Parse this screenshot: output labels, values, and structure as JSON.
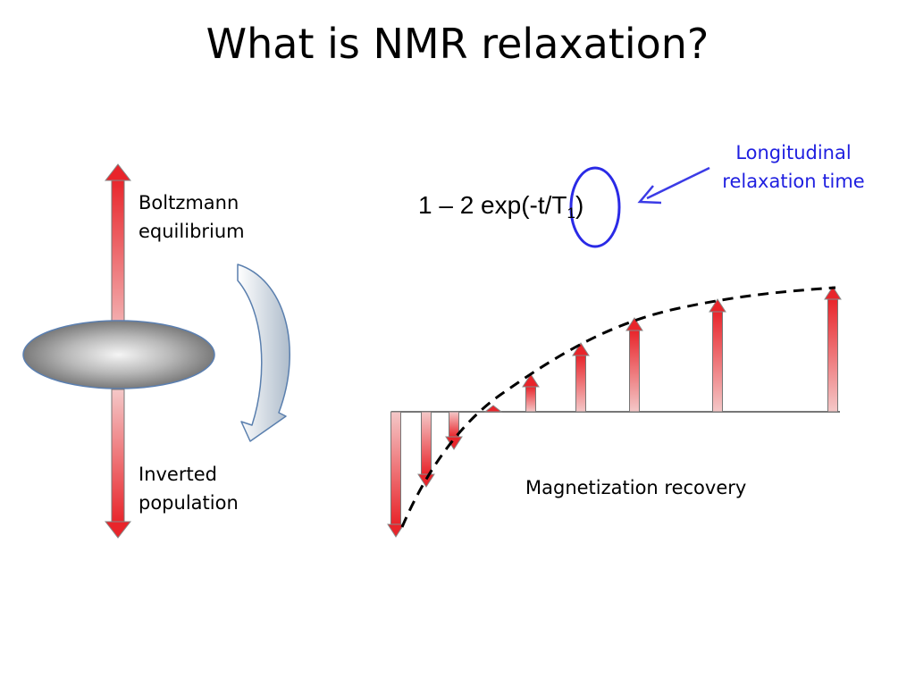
{
  "title": "What is NMR relaxation?",
  "left_diagram": {
    "top_label": [
      "Boltzmann",
      "equilibrium"
    ],
    "bottom_label": [
      "Inverted",
      "population"
    ]
  },
  "equation": {
    "prefix": "1 – 2 exp(-t/T",
    "subscript": "1",
    "suffix": ")"
  },
  "annotation": {
    "lines": [
      "Longitudinal",
      "relaxation time"
    ],
    "color": "#1f1fe0"
  },
  "recovery_label": "Magnetization recovery",
  "colors": {
    "arrow_red": "#e8252b",
    "arrow_pale": "#f2b9b9",
    "disk_gray": "#9a9a9a",
    "curved_arrow_fill": "#b6c2cf",
    "curved_arrow_stroke": "#5a7fae"
  },
  "recovery_arrows": {
    "relative_magnitudes": [
      -1.0,
      -0.6,
      -0.3,
      0.05,
      0.3,
      0.55,
      0.75,
      0.9,
      1.0
    ]
  }
}
